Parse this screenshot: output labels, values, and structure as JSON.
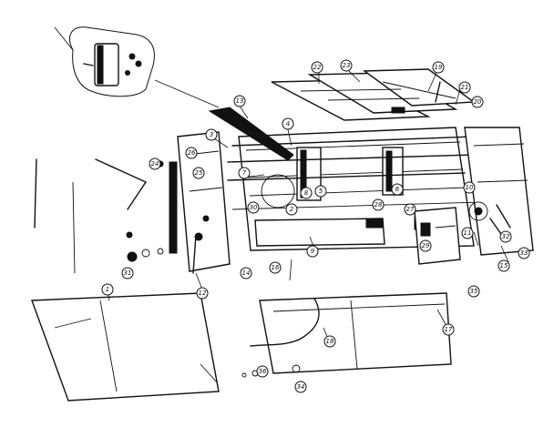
{
  "diagram": {
    "stroke_color": "#111111",
    "background": "#ffffff",
    "callouts": [
      {
        "label": "22"
      },
      {
        "label": "23"
      },
      {
        "label": "19"
      },
      {
        "label": "21"
      },
      {
        "label": "20"
      },
      {
        "label": "13"
      },
      {
        "label": "4"
      },
      {
        "label": "3"
      },
      {
        "label": "7"
      },
      {
        "label": "8"
      },
      {
        "label": "2"
      },
      {
        "label": "9"
      },
      {
        "label": "5"
      },
      {
        "label": "6"
      },
      {
        "label": "11"
      },
      {
        "label": "10"
      },
      {
        "label": "12"
      },
      {
        "label": "16"
      },
      {
        "label": "14"
      },
      {
        "label": "15"
      },
      {
        "label": "17"
      },
      {
        "label": "18"
      },
      {
        "label": "1"
      },
      {
        "label": "24"
      },
      {
        "label": "25"
      },
      {
        "label": "26"
      },
      {
        "label": "27"
      },
      {
        "label": "28"
      },
      {
        "label": "29"
      },
      {
        "label": "30"
      },
      {
        "label": "31"
      },
      {
        "label": "32"
      },
      {
        "label": "33"
      },
      {
        "label": "34"
      },
      {
        "label": "35"
      },
      {
        "label": "36"
      }
    ]
  }
}
